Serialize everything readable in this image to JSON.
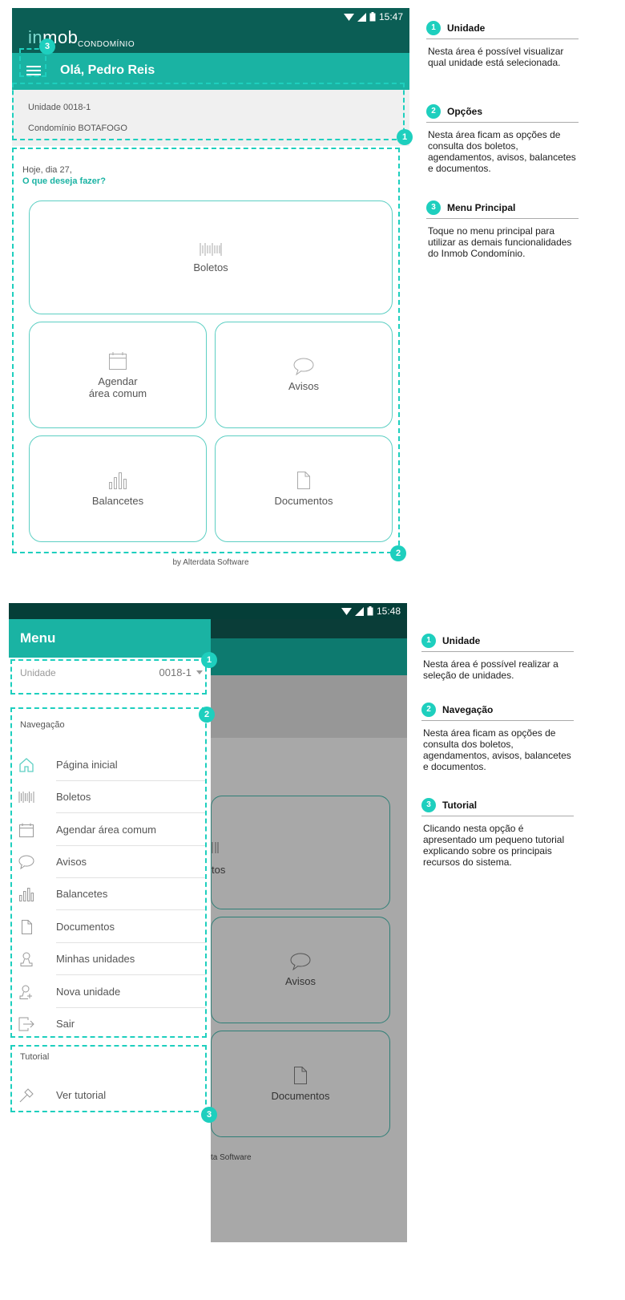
{
  "screen1": {
    "status": {
      "time": "15:47"
    },
    "brand": {
      "logo_in": "in",
      "logo_mob": "mob",
      "logo_sub": "CONDOMÍNIO"
    },
    "appbar": {
      "greeting": "Olá, Pedro Reis"
    },
    "unit": {
      "line1": "Unidade 0018-1",
      "line2": "Condomínio BOTAFOGO"
    },
    "intro": {
      "today": "Hoje, dia 27,",
      "question": "O que deseja fazer?"
    },
    "tiles": [
      {
        "label": "Boletos",
        "icon": "barcode-icon"
      },
      {
        "label": "Agendar\nárea comum",
        "icon": "calendar-icon"
      },
      {
        "label": "Avisos",
        "icon": "chat-bubble-icon"
      },
      {
        "label": "Balancetes",
        "icon": "bar-chart-icon"
      },
      {
        "label": "Documentos",
        "icon": "document-icon"
      }
    ],
    "byline": "by Alterdata Software",
    "badges": [
      "1",
      "2",
      "3"
    ]
  },
  "annotations1": [
    {
      "num": "1",
      "title": "Unidade",
      "desc": "Nesta área é possível visualizar qual unidade está selecionada."
    },
    {
      "num": "2",
      "title": "Opções",
      "desc": "Nesta área ficam as opções de consulta dos boletos, agendamentos, avisos, balancetes e documentos."
    },
    {
      "num": "3",
      "title": "Menu Principal",
      "desc": "Toque no menu principal para utilizar as demais funcionalidades do Inmob Condomínio."
    }
  ],
  "screen2": {
    "status": {
      "time": "15:48"
    },
    "background_tiles": [
      {
        "label": "tos",
        "icon": "barcode-icon"
      },
      {
        "label": "Avisos",
        "icon": "chat-bubble-icon"
      },
      {
        "label": "Documentos",
        "icon": "document-icon"
      }
    ],
    "background_byline": "ta Software",
    "drawer": {
      "title": "Menu",
      "unidade_label": "Unidade",
      "unidade_value": "0018-1",
      "nav_title": "Navegação",
      "nav_items": [
        {
          "label": "Página inicial",
          "icon": "home-icon"
        },
        {
          "label": "Boletos",
          "icon": "barcode-icon"
        },
        {
          "label": "Agendar área comum",
          "icon": "calendar-icon"
        },
        {
          "label": "Avisos",
          "icon": "chat-bubble-icon"
        },
        {
          "label": "Balancetes",
          "icon": "bar-chart-icon"
        },
        {
          "label": "Documentos",
          "icon": "document-icon"
        },
        {
          "label": "Minhas unidades",
          "icon": "person-icon"
        },
        {
          "label": "Nova unidade",
          "icon": "add-person-icon"
        },
        {
          "label": "Sair",
          "icon": "exit-icon"
        }
      ],
      "tutorial_title": "Tutorial",
      "tutorial_item": {
        "label": "Ver tutorial",
        "icon": "hammer-icon"
      }
    },
    "badges": [
      "1",
      "2",
      "3"
    ]
  },
  "annotations2": [
    {
      "num": "1",
      "title": "Unidade",
      "desc": "Nesta área é possível realizar a seleção de unidades."
    },
    {
      "num": "2",
      "title": "Navegação",
      "desc": "Nesta área ficam as opções de consulta dos boletos, agendamentos, avisos, balancetes e documentos."
    },
    {
      "num": "3",
      "title": "Tutorial",
      "desc": "Clicando nesta opção é apresentado um pequeno tutorial explicando sobre os principais recursos do sistema."
    }
  ],
  "colors": {
    "primary": "#1ab3a3",
    "dark": "#0b5e55",
    "highlight": "#1ecfbe"
  }
}
